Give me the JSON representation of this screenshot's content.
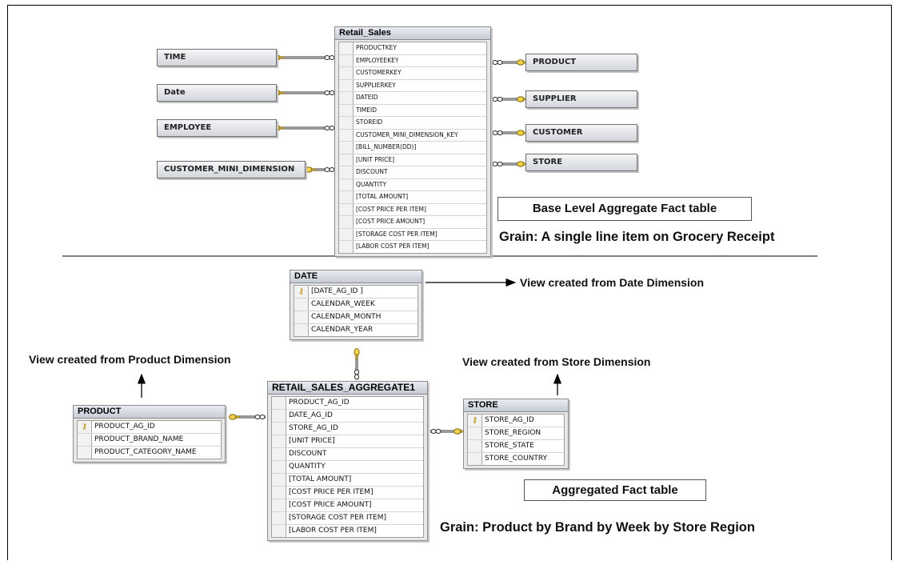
{
  "top": {
    "fact_table": {
      "title": "Retail_Sales",
      "fields": [
        "PRODUCTKEY",
        "EMPLOYEEKEY",
        "CUSTOMERKEY",
        "SUPPLIERKEY",
        "DATEID",
        "TIMEID",
        "STOREID",
        "CUSTOMER_MINI_DIMENSION_KEY",
        "[BILL_NUMBER(DD)]",
        "[UNIT PRICE]",
        "DISCOUNT",
        "QUANTITY",
        "[TOTAL AMOUNT]",
        "[COST PRICE PER ITEM]",
        "[COST PRICE AMOUNT]",
        "[STORAGE COST PER ITEM]",
        "[LABOR COST PER ITEM]"
      ]
    },
    "left_dimensions": [
      "TIME",
      "Date",
      "EMPLOYEE",
      "CUSTOMER_MINI_DIMENSION"
    ],
    "right_dimensions": [
      "PRODUCT",
      "SUPPLIER",
      "CUSTOMER",
      "STORE"
    ],
    "label": "Base Level Aggregate Fact table",
    "grain": "Grain: A single line item on Grocery Receipt"
  },
  "bottom": {
    "date_view": {
      "title": "DATE",
      "fields": [
        {
          "name": "[DATE_AG_ID ]",
          "key": true
        },
        {
          "name": "CALENDAR_WEEK",
          "key": false
        },
        {
          "name": "CALENDAR_MONTH",
          "key": false
        },
        {
          "name": "CALENDAR_YEAR",
          "key": false
        }
      ]
    },
    "product_view": {
      "title": "PRODUCT",
      "fields": [
        {
          "name": "PRODUCT_AG_ID",
          "key": true
        },
        {
          "name": "PRODUCT_BRAND_NAME",
          "key": false
        },
        {
          "name": "PRODUCT_CATEGORY_NAME",
          "key": false
        }
      ]
    },
    "aggregate_table": {
      "title": "RETAIL_SALES_AGGREGATE1",
      "fields": [
        {
          "name": "PRODUCT_AG_ID",
          "key": false
        },
        {
          "name": "DATE_AG_ID",
          "key": false
        },
        {
          "name": "STORE_AG_ID",
          "key": false
        },
        {
          "name": "[UNIT PRICE]",
          "key": false
        },
        {
          "name": "DISCOUNT",
          "key": false
        },
        {
          "name": "QUANTITY",
          "key": false
        },
        {
          "name": "[TOTAL AMOUNT]",
          "key": false
        },
        {
          "name": "[COST PRICE PER ITEM]",
          "key": false
        },
        {
          "name": "[COST PRICE AMOUNT]",
          "key": false
        },
        {
          "name": "[STORAGE COST PER ITEM]",
          "key": false
        },
        {
          "name": "[LABOR COST PER ITEM]",
          "key": false
        }
      ]
    },
    "store_view": {
      "title": "STORE",
      "fields": [
        {
          "name": "STORE_AG_ID",
          "key": true
        },
        {
          "name": "STORE_REGION",
          "key": false
        },
        {
          "name": "STORE_STATE",
          "key": false
        },
        {
          "name": "STORE_COUNTRY",
          "key": false
        }
      ]
    },
    "date_note": "View created from Date Dimension",
    "product_note": "View created from Product Dimension",
    "store_note": "View created from Store Dimension",
    "label": "Aggregated Fact table",
    "grain": "Grain: Product by Brand by Week by Store Region"
  },
  "icons": {
    "primary_key": "key-icon",
    "relationship_one_end": "key-icon",
    "relationship_many_end": "infinity-icon"
  }
}
